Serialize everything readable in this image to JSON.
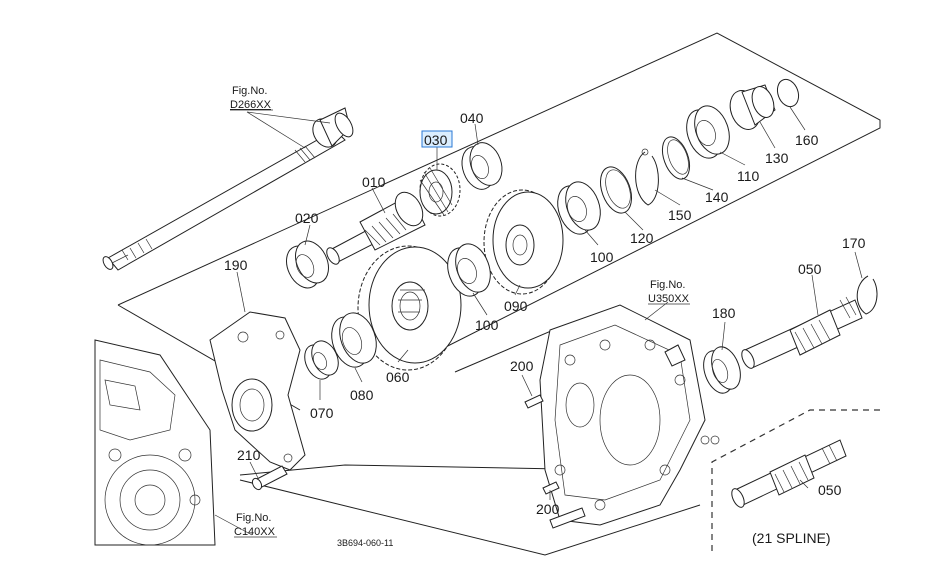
{
  "callouts": {
    "c010": "010",
    "c020": "020",
    "c030": "030",
    "c040": "040",
    "c050a": "050",
    "c050b": "050",
    "c060": "060",
    "c070": "070",
    "c080": "080",
    "c090": "090",
    "c100a": "100",
    "c100b": "100",
    "c110": "110",
    "c120": "120",
    "c130": "130",
    "c140": "140",
    "c150": "150",
    "c160": "160",
    "c170": "170",
    "c180": "180",
    "c190": "190",
    "c200a": "200",
    "c200b": "200",
    "c210": "210"
  },
  "fig_refs": {
    "d266": {
      "title": "Fig.No.",
      "code": "D266XX"
    },
    "u350": {
      "title": "Fig.No.",
      "code": "U350XX"
    },
    "c140": {
      "title": "Fig.No.",
      "code": "C140XX"
    }
  },
  "spline_note": "(21 SPLINE)",
  "drawing_code": "3B694-060-11",
  "colors": {
    "highlight_fill": "#dbeeff",
    "highlight_stroke": "#2a78d6",
    "line": "#222222"
  }
}
